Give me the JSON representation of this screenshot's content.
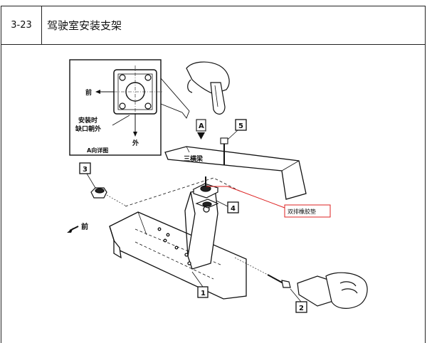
{
  "header": {
    "code": "3-23",
    "title": "驾驶室安装支架"
  },
  "diagram": {
    "inset_labels": {
      "front": "前",
      "install_note_line1": "安装时",
      "install_note_line2": "缺口朝外",
      "outside": "外",
      "view_caption": "A向详图"
    },
    "view_marker": "A",
    "crossbeam_label": "三横梁",
    "front_label": "前",
    "callout": "双排橡胶垫",
    "part_numbers": [
      "1",
      "2",
      "3",
      "4",
      "5"
    ]
  }
}
